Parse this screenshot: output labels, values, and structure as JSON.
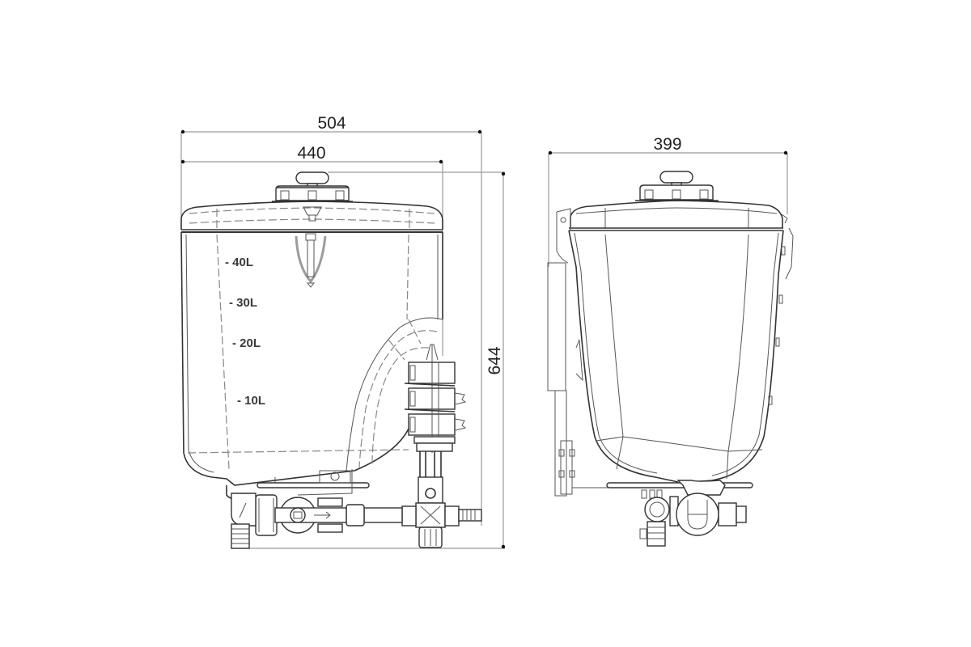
{
  "drawing": {
    "subject": "water tank with valve assembly",
    "views": [
      {
        "name": "front-view",
        "dimensions": {
          "overall_width": "504",
          "tank_width": "440",
          "overall_height": "644"
        },
        "volume_marks": [
          "- 40L",
          "- 30L",
          "- 20L",
          "- 10L"
        ]
      },
      {
        "name": "side-view",
        "dimensions": {
          "depth": "399"
        }
      }
    ],
    "colors": {
      "line": "#333333",
      "dimension_line": "#9a9a9a",
      "background": "#ffffff"
    }
  }
}
